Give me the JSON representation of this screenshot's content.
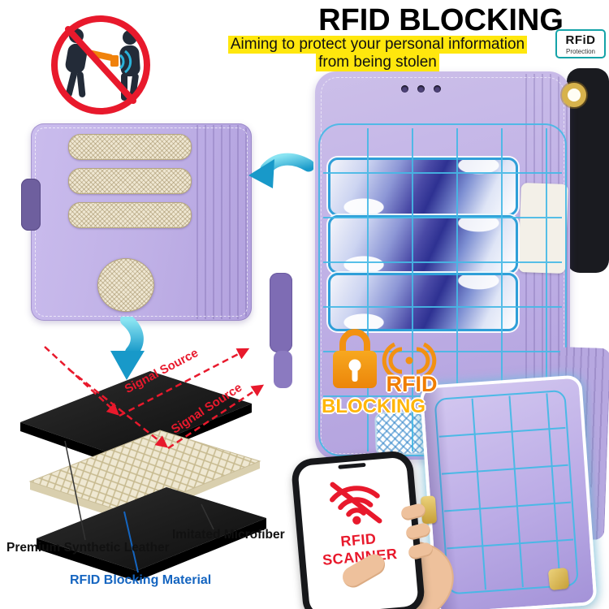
{
  "header": {
    "title": "RFID BLOCKING",
    "subtitle_line1": "Aiming to protect your personal information",
    "subtitle_line2": "from being stolen"
  },
  "protection_badge": {
    "line1": "RFiD",
    "line2": "Protection"
  },
  "lock_graphic": {
    "line1": "RFID",
    "line2": "BLOCKING"
  },
  "signal_labels": {
    "first": "Signal Source",
    "second": "Signal Source"
  },
  "layer_labels": {
    "top": "Premium Synthetic Leather",
    "middle": "RFID Blocking Material",
    "bottom": "Imitated Microfiber"
  },
  "scanner_phone": {
    "line1": "RFID",
    "line2": "SCANNER"
  },
  "icons": {
    "no_theft_icon": "red prohibition circle over pickpocket figures",
    "padlock_icon": "orange padlock",
    "rfid_waves_icon": "contactless signal arcs",
    "no_scan_icon": "crossed-out wifi signal",
    "arrow_left_icon": "teal curved arrow pointing left",
    "arrow_down_icon": "teal curved arrow pointing down"
  },
  "colors": {
    "case_purple": "#c0b1e6",
    "teal": "#2ab2d9",
    "orange": "#f29111",
    "highlight_yellow": "#ffe70d",
    "alert_red": "#e8192c",
    "grid_blue": "#45b9e6",
    "material_label_blue": "#1565c0"
  }
}
